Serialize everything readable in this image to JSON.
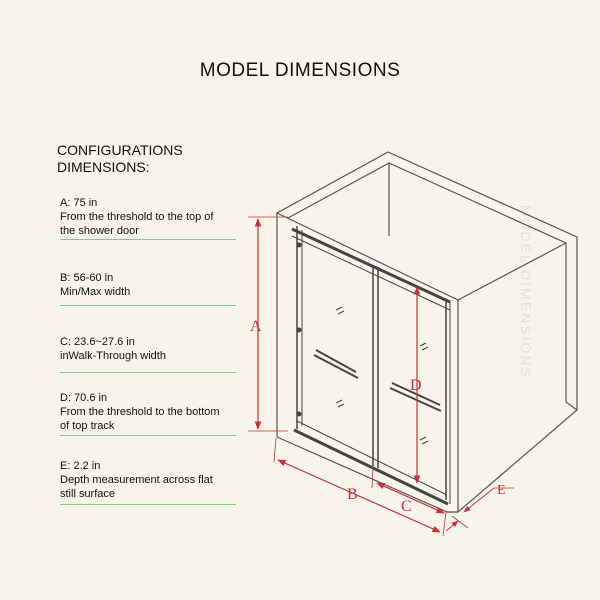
{
  "title": "MODEL DIMENSIONS",
  "config_heading": [
    "CONFIGURATIONS",
    "DIMENSIONS:"
  ],
  "specs": [
    {
      "lines": [
        "A: 75 in",
        "From the threshold to the top of",
        "the shower door"
      ]
    },
    {
      "lines": [
        "B: 56-60 in",
        "Min/Max width"
      ]
    },
    {
      "lines": [
        "C: 23.6~27.6 in",
        "inWalk-Through width"
      ]
    },
    {
      "lines": [
        "D: 70.6 in",
        "From the threshold to the bottom",
        "of top track"
      ]
    },
    {
      "lines": [
        "E: 2.2 in",
        "Depth measurement across flat",
        "still surface"
      ]
    }
  ],
  "watermark": "MODEL DIMENSIONS",
  "dimension_labels": {
    "a": "A",
    "b": "B",
    "c": "C",
    "d": "D",
    "e": "E"
  },
  "colors": {
    "dimension": "#c9303a",
    "separator": "#7ed07e",
    "outline": "#555555"
  }
}
